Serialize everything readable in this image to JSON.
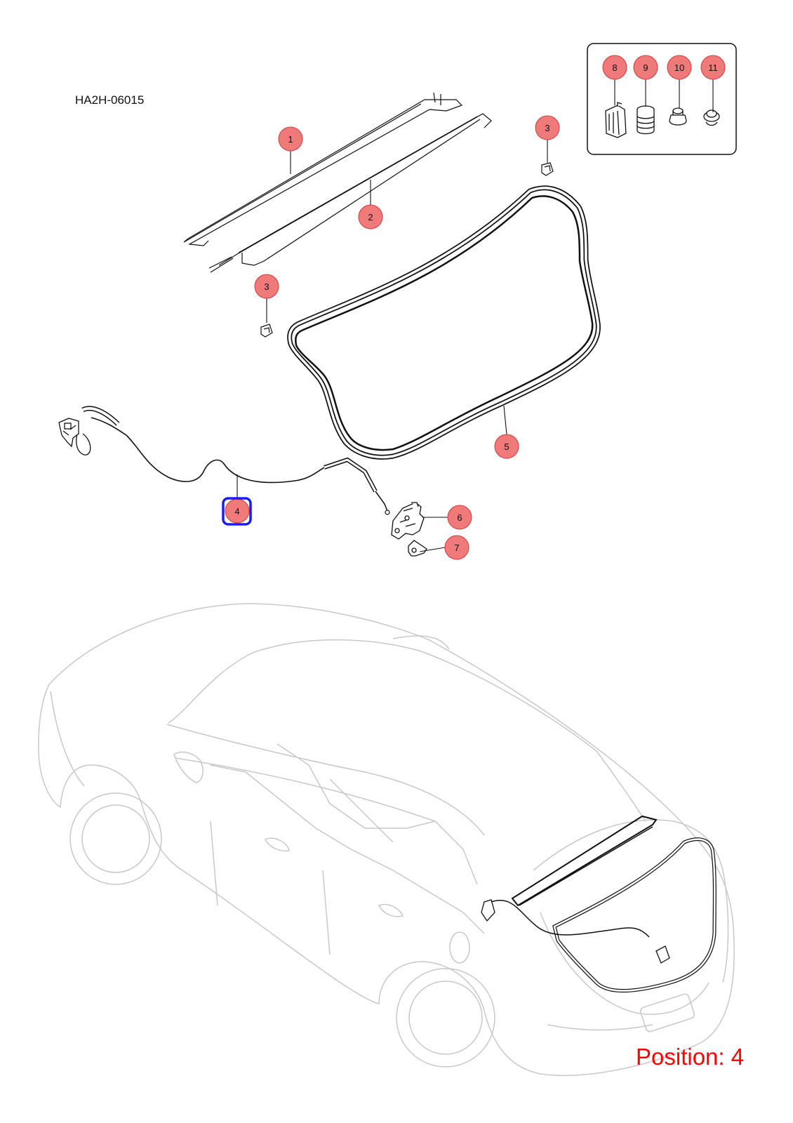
{
  "diagram": {
    "code": "HA2H-06015",
    "position_text": "Position: 4",
    "selected_part": "4",
    "colors": {
      "callout_fill": "#f07a7a",
      "callout_stroke": "#d33a3a",
      "highlight": "#1a1aff",
      "position_text": "#ff0000",
      "line_art": "#111111",
      "car_outline": "#c8c8c8"
    },
    "callouts": [
      {
        "id": "c1",
        "label": "1"
      },
      {
        "id": "c2",
        "label": "2"
      },
      {
        "id": "c3a",
        "label": "3"
      },
      {
        "id": "c3b",
        "label": "3"
      },
      {
        "id": "c4",
        "label": "4"
      },
      {
        "id": "c5",
        "label": "5"
      },
      {
        "id": "c6",
        "label": "6"
      },
      {
        "id": "c7",
        "label": "7"
      },
      {
        "id": "c8",
        "label": "8"
      },
      {
        "id": "c9",
        "label": "9"
      },
      {
        "id": "c10",
        "label": "10"
      },
      {
        "id": "c11",
        "label": "11"
      }
    ]
  }
}
